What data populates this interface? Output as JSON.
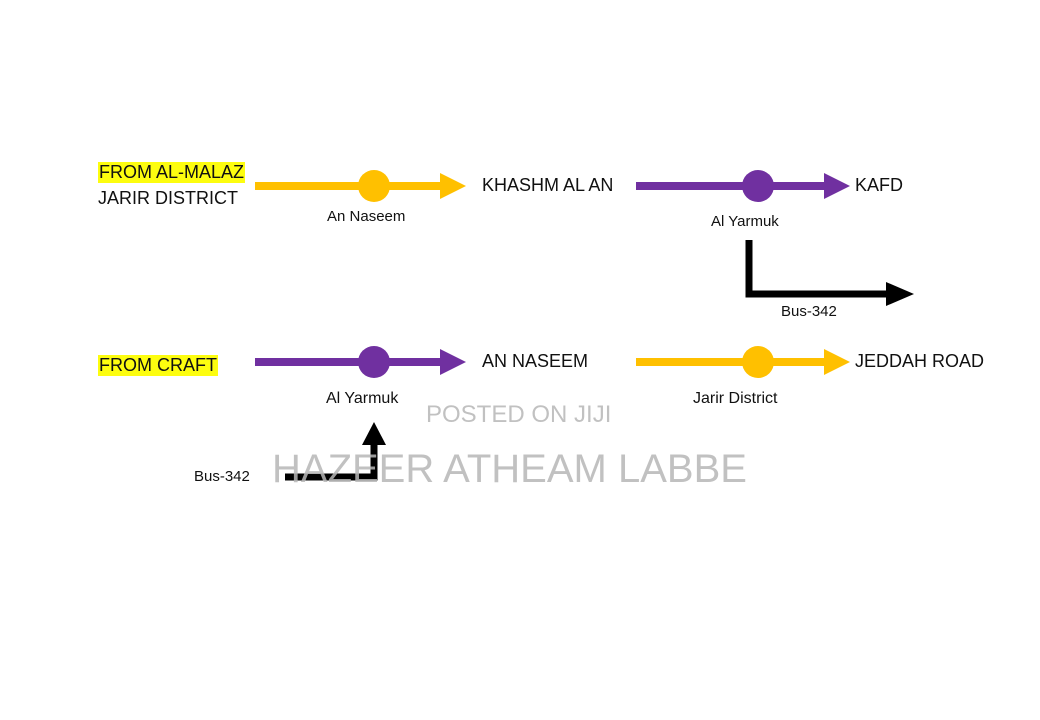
{
  "colors": {
    "yellow_line": "#ffc000",
    "purple_line": "#7030a0",
    "bus_line": "#000000",
    "highlight": "#fdfd0f"
  },
  "route1": {
    "origin_1": "FROM AL-MALAZ",
    "origin_2": "JARIR DISTRICT",
    "station_1": "An Naseem",
    "transfer": "KHASHM AL AN",
    "station_2": "Al Yarmuk",
    "destination": "KAFD",
    "bus_label": "Bus-342"
  },
  "route2": {
    "origin": "FROM CRAFT",
    "station_1": "Al Yarmuk",
    "transfer": "AN NASEEM",
    "station_2": "Jarir District",
    "destination": "JEDDAH ROAD",
    "bus_label": "Bus-342"
  },
  "watermark": {
    "line1": "POSTED ON JIJI",
    "line2": "HAZEER ATHEAM LABBE"
  }
}
